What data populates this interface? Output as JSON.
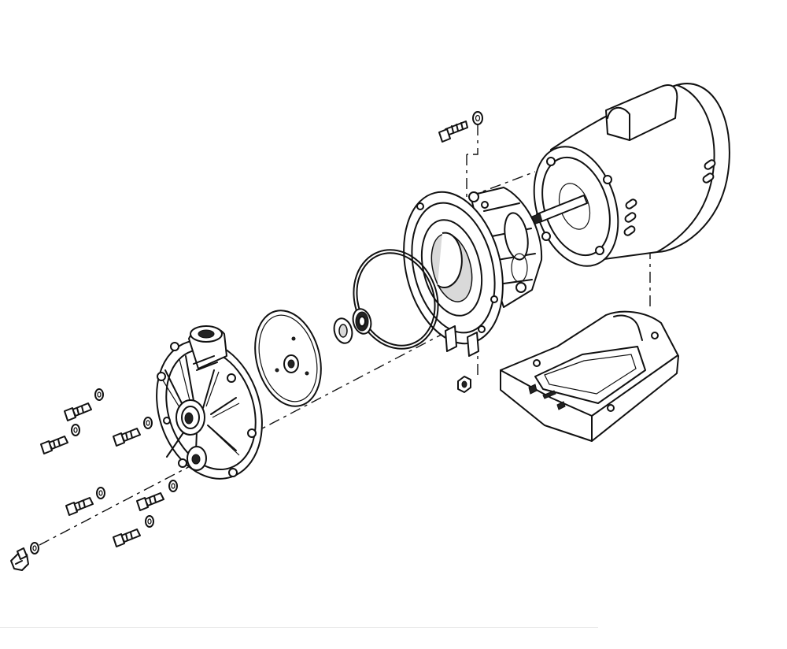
{
  "diagram": {
    "kind": "exploded-view",
    "subject": "pump-assembly",
    "parts": [
      "motor",
      "seal-plate",
      "o-ring",
      "shaft-seal",
      "impeller",
      "pump-housing",
      "base",
      "housing-bolts",
      "washers",
      "drain-plug",
      "hex-nut",
      "seal-plate-bolt"
    ],
    "colors": {
      "line": "#111111",
      "background": "#ffffff",
      "shade": "#d9d9d9"
    }
  }
}
